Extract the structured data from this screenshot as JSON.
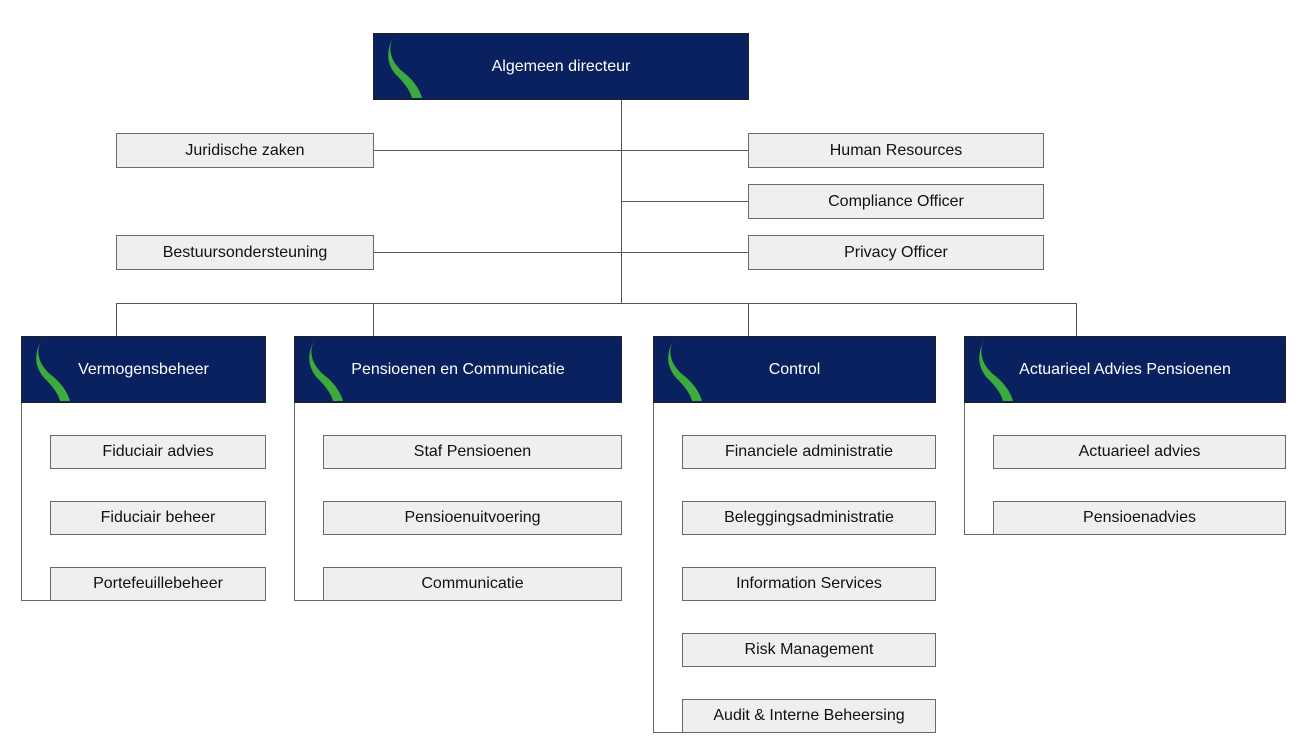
{
  "org": {
    "director": "Algemeen directeur",
    "staff_left": [
      "Juridische zaken",
      "Bestuursondersteuning"
    ],
    "staff_right": [
      "Human Resources",
      "Compliance Officer",
      "Privacy Officer"
    ],
    "departments": [
      {
        "name": "Vermogensbeheer",
        "units": [
          "Fiduciair advies",
          "Fiduciair beheer",
          "Portefeuillebeheer"
        ]
      },
      {
        "name": "Pensioenen en Communicatie",
        "units": [
          "Staf Pensioenen",
          "Pensioenuitvoering",
          "Communicatie"
        ]
      },
      {
        "name": "Control",
        "units": [
          "Financiele administratie",
          "Beleggingsadministratie",
          "Information Services",
          "Risk Management",
          "Audit & Interne Beheersing"
        ]
      },
      {
        "name": "Actuarieel Advies Pensioenen",
        "units": [
          "Actuarieel advies",
          "Pensioenadvies"
        ]
      }
    ]
  },
  "colors": {
    "header_fill": "#0a2160",
    "box_fill": "#efefef",
    "line": "#555555",
    "logo_green": "#3daa3d"
  },
  "icons": {
    "logo": "green-swoosh-icon"
  }
}
